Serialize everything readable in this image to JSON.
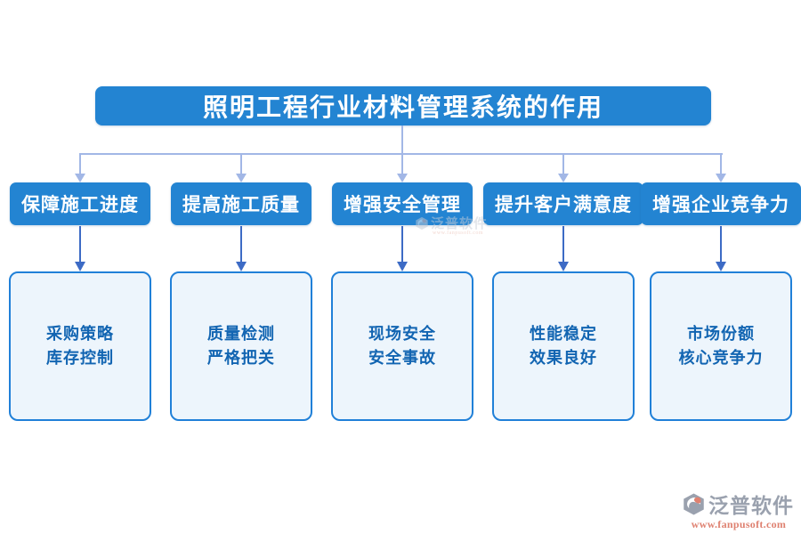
{
  "diagram": {
    "title": "照明工程行业材料管理系统的作用",
    "columns": [
      {
        "header": "保障施工进度",
        "lines": [
          "采购策略",
          "库存控制"
        ]
      },
      {
        "header": "提高施工质量",
        "lines": [
          "质量检测",
          "严格把关"
        ]
      },
      {
        "header": "增强安全管理",
        "lines": [
          "现场安全",
          "安全事故"
        ]
      },
      {
        "header": "提升客户满意度",
        "lines": [
          "性能稳定",
          "效果良好"
        ]
      },
      {
        "header": "增强企业竞争力",
        "lines": [
          "市场份额",
          "核心竞争力"
        ]
      }
    ]
  },
  "branding": {
    "name": "泛普软件",
    "url": "www.fanpusoft.com"
  },
  "watermark": {
    "name": "泛普软件",
    "url": "www.fanpusoft.com"
  },
  "colors": {
    "node_blue": "#2384d2",
    "connector_light": "#a2b7e6",
    "connector_dark": "#3d6bc5",
    "leaf_border": "#2080d8",
    "leaf_fill": "#edf5fc",
    "leaf_text": "#1265b2",
    "logo_gray": "#9aa1ae",
    "logo_orange": "#df8170"
  }
}
